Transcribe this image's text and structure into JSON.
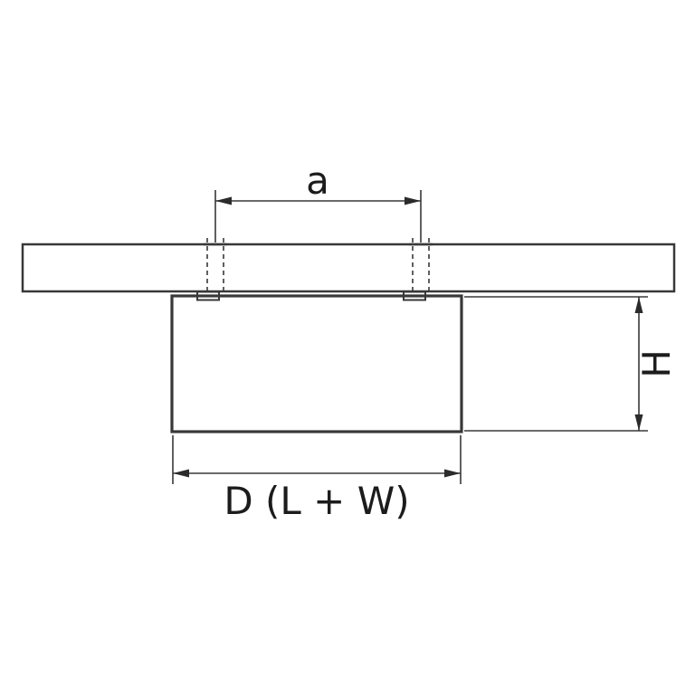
{
  "diagram": {
    "labels": {
      "hole_spacing": "a",
      "height": "H",
      "width": "D (L + W)"
    }
  }
}
